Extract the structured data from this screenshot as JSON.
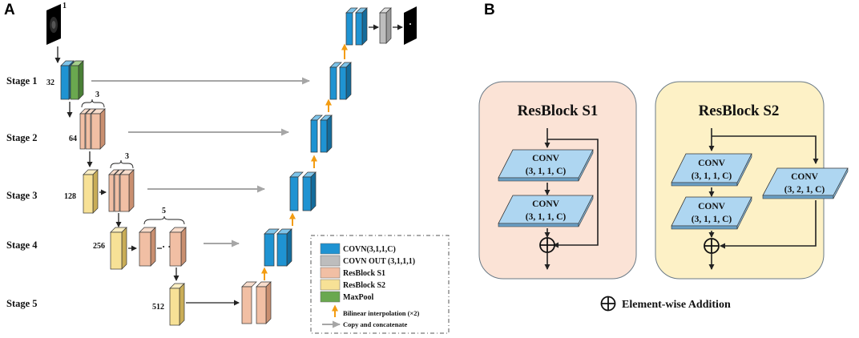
{
  "panels": {
    "a": "A",
    "b": "B"
  },
  "stages": [
    "Stage 1",
    "Stage 2",
    "Stage 3",
    "Stage 4",
    "Stage 5"
  ],
  "channels": [
    "32",
    "64",
    "128",
    "256",
    "512"
  ],
  "input_number": "1",
  "repeat_counts": {
    "stage2": "3",
    "stage3": "3",
    "stage4": "5"
  },
  "legend": {
    "conv": "COVN(3,1,1,C)",
    "conv_out": "COVN OUT (3,1,1,1)",
    "resblock_s1": "ResBlock  S1",
    "resblock_s2": "ResBlock  S2",
    "maxpool": "MaxPool",
    "bilinear": "Bilinear interpolation (×2)",
    "copy": "Copy and concatenate"
  },
  "resblock_s1": {
    "title": "ResBlock S1",
    "conv1_line1": "CONV",
    "conv1_line2": "(3, 1, 1, C)",
    "conv2_line1": "CONV",
    "conv2_line2": "(3, 1, 1, C)"
  },
  "resblock_s2": {
    "title": "ResBlock S2",
    "conv1_line1": "CONV",
    "conv1_line2": "(3, 1, 1, C)",
    "conv2_line1": "CONV",
    "conv2_line2": "(3, 1, 1, C)",
    "conv3_line1": "CONV",
    "conv3_line2": "(3, 2, 1, C)"
  },
  "element_wise": "Element-wise Addition",
  "colors": {
    "conv": "#1f93d2",
    "conv_out": "#bdbdbd",
    "resblock_s1": "#f1bfa4",
    "resblock_s2": "#f7e196",
    "maxpool": "#6aa84f",
    "arrow_up": "#f39c12",
    "arrow_copy": "#a6a6a6",
    "s1_bg": "#fbe3d6",
    "s2_bg": "#fdf1c6",
    "conv_box": "#aed6f1"
  },
  "icons": {
    "add": "circle-plus-icon",
    "up": "up-arrow-icon",
    "copy": "right-arrow-icon"
  }
}
